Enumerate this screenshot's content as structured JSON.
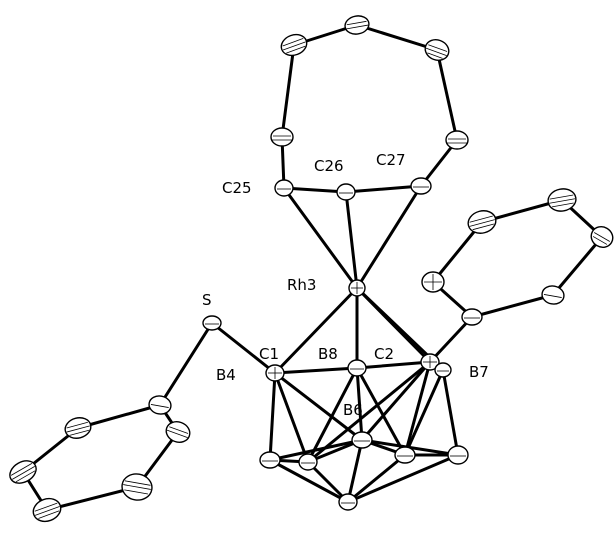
{
  "labels": {
    "C25": "C25",
    "C26": "C26",
    "C27": "C27",
    "Rh3": "Rh3",
    "S": "S",
    "C1": "C1",
    "B8": "B8",
    "C2": "C2",
    "B4": "B4",
    "B7": "B7",
    "B6": "B6"
  }
}
